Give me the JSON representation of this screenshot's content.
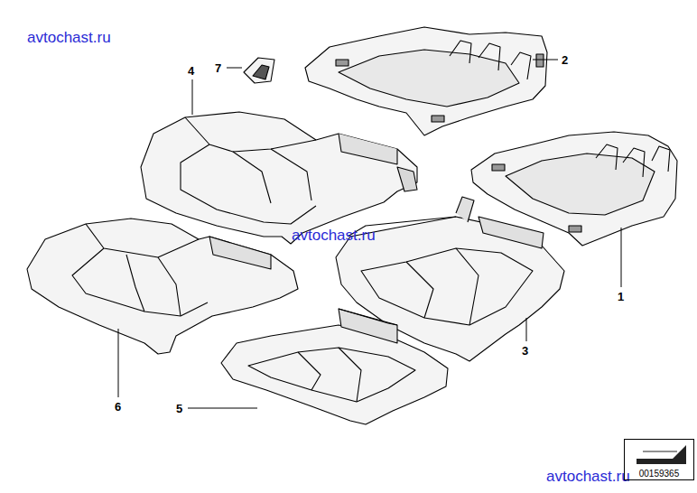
{
  "diagram": {
    "nodes": [
      {
        "text": [
          "00159365"
        ]
      }
    ],
    "labels": [
      "avtochast.ru",
      "4",
      "7",
      "2",
      "avtochast.ru",
      "1",
      "3",
      "6",
      "5",
      "avtochast.ru"
    ]
  }
}
